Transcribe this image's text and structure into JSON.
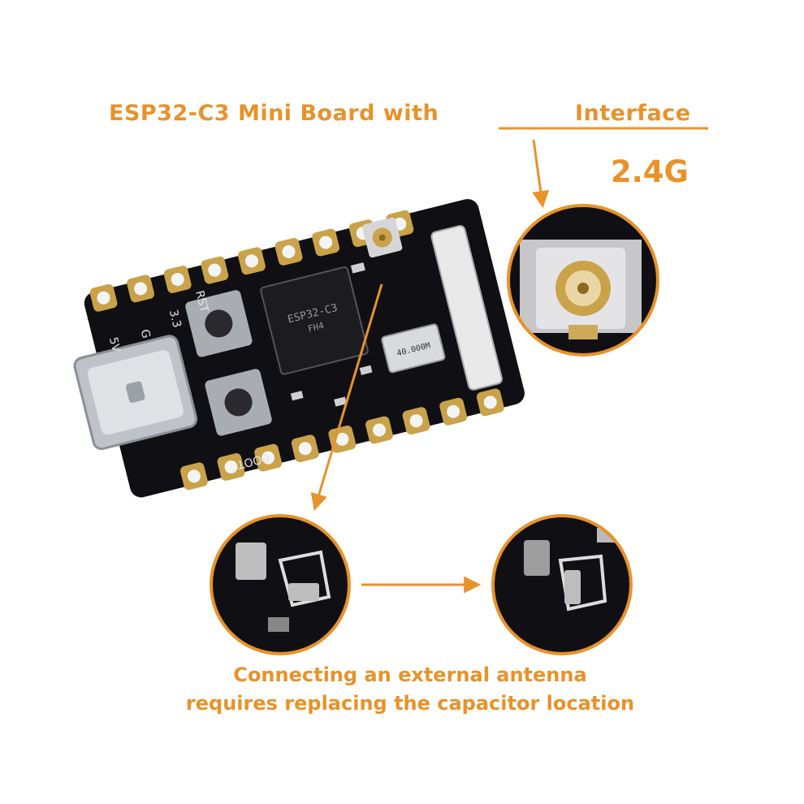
{
  "colors": {
    "accent": "#e8922a",
    "pcb": "#101014",
    "gold": "#c9a24a",
    "silk": "#e6e6e6",
    "background": "#ffffff"
  },
  "header": {
    "title_left": "ESP32-C3 Mini Board with",
    "title_right": "Interface",
    "band": "2.4G"
  },
  "board": {
    "pin_labels": [
      "5V",
      "G",
      "3.3"
    ],
    "button_rst": "RST",
    "button_boot": "BOOT",
    "chip_text": [
      "ESP32-C3",
      "FH4"
    ],
    "crystal_text": "40.000M"
  },
  "captions": {
    "line1": "Connecting an external antenna",
    "line2": "requires replacing the capacitor location"
  }
}
